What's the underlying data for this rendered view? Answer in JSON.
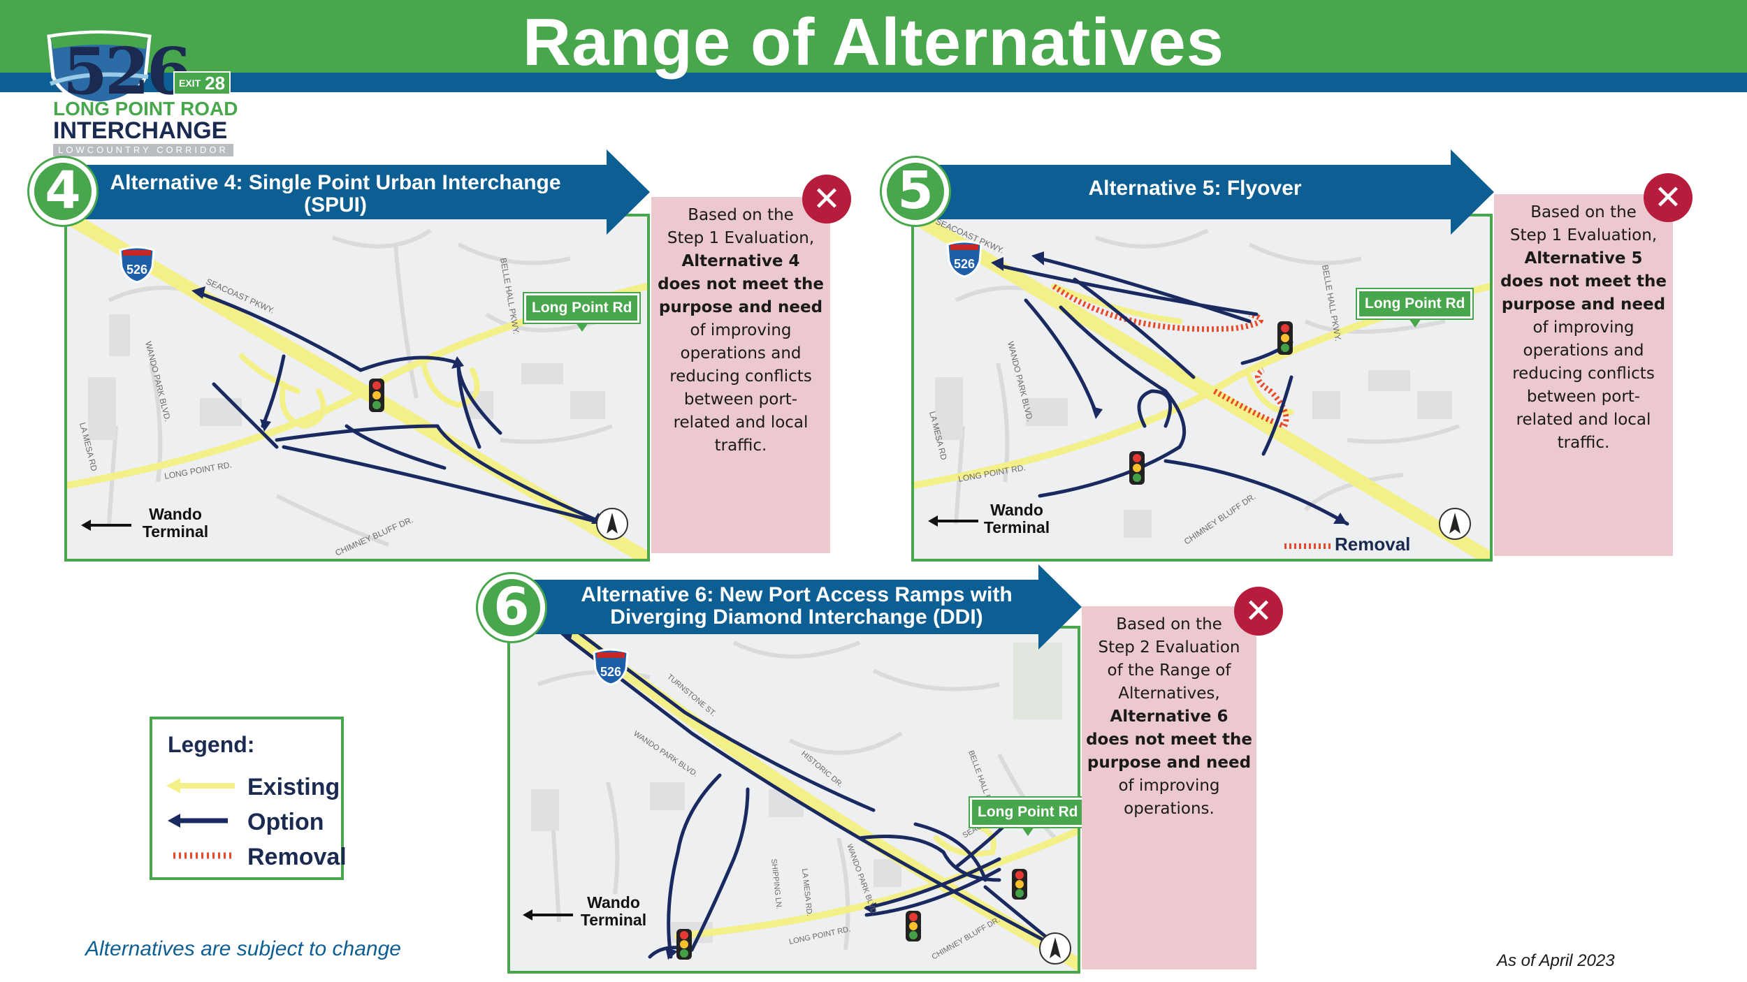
{
  "header": {
    "title": "Range of Alternatives"
  },
  "logo": {
    "route_number": "526",
    "exit_word": "EXIT",
    "exit_number": "28",
    "line1": "LONG POINT ROAD",
    "line2": "INTERCHANGE",
    "line3": "LOWCOUNTRY CORRIDOR"
  },
  "alternatives": [
    {
      "number": "4",
      "title": "Alternative 4: Single Point Urban Interchange (SPUI)",
      "status_icon": "x-icon",
      "eval_lines": [
        "Based on the",
        "Step 1 Evaluation,"
      ],
      "eval_bold": [
        "Alternative 4",
        "does not meet the",
        "purpose and need"
      ],
      "eval_tail": [
        "of improving",
        "operations and",
        "reducing conflicts",
        "between port-",
        "related and local",
        "traffic."
      ],
      "map_labels": {
        "interstate": "526",
        "chip": "Long Point Rd",
        "terminal": "Wando Terminal",
        "streets": [
          "SEACOAST PKWY.",
          "BELLE HALL PKWY.",
          "WANDO PARK BLVD.",
          "LA MESA RD",
          "LONG POINT RD.",
          "CHIMNEY BLUFF DR."
        ]
      }
    },
    {
      "number": "5",
      "title": "Alternative 5: Flyover",
      "status_icon": "x-icon",
      "eval_lines": [
        "Based on the",
        "Step 1 Evaluation,"
      ],
      "eval_bold": [
        "Alternative 5",
        "does not meet the",
        "purpose and need"
      ],
      "eval_tail": [
        "of improving",
        "operations and",
        "reducing conflicts",
        "between port-",
        "related and local",
        "traffic."
      ],
      "map_labels": {
        "interstate": "526",
        "chip": "Long Point Rd",
        "terminal": "Wando Terminal",
        "removal": "Removal",
        "streets": [
          "SEACOAST PKWY.",
          "BELLE HALL PKWY.",
          "WANDO PARK BLVD.",
          "LA MESA RD",
          "LONG POINT RD.",
          "CHIMNEY BLUFF DR."
        ]
      }
    },
    {
      "number": "6",
      "title": "Alternative 6: New Port Access Ramps with Diverging Diamond Interchange (DDI)",
      "status_icon": "x-icon",
      "eval_lines": [
        "Based on the",
        "Step 2 Evaluation",
        "of the Range of",
        "Alternatives,"
      ],
      "eval_bold": [
        "Alternative 6",
        "does not meet the",
        "purpose and need"
      ],
      "eval_tail": [
        "of improving",
        "operations."
      ],
      "map_labels": {
        "interstate": "526",
        "chip": "Long Point Rd",
        "terminal": "Wando Terminal",
        "streets": [
          "TURNSTONE ST.",
          "WANDO PARK BLVD.",
          "HISTORIC DR.",
          "BELLE HALL PKWY.",
          "SEACOAST PKWY.",
          "SHIPPING LN.",
          "LA MESA RD.",
          "WANDO PARK BLVD.",
          "LONG POINT RD.",
          "CHIMNEY BLUFF DR."
        ]
      }
    }
  ],
  "legend": {
    "title": "Legend:",
    "items": [
      {
        "label": "Existing",
        "color": "#f3f08a"
      },
      {
        "label": "Option",
        "color": "#1a2a60"
      },
      {
        "label": "Removal",
        "color": "#e84b2a"
      }
    ]
  },
  "footer": {
    "note": "Alternatives are subject to change",
    "as_of": "As of April 2023"
  },
  "colors": {
    "green": "#48a64c",
    "blue": "#0d5e92",
    "navy": "#1a2a50",
    "pink": "#ecc8cf",
    "red": "#b71c3c",
    "existing": "#f3f08a",
    "option": "#1a2a60"
  }
}
